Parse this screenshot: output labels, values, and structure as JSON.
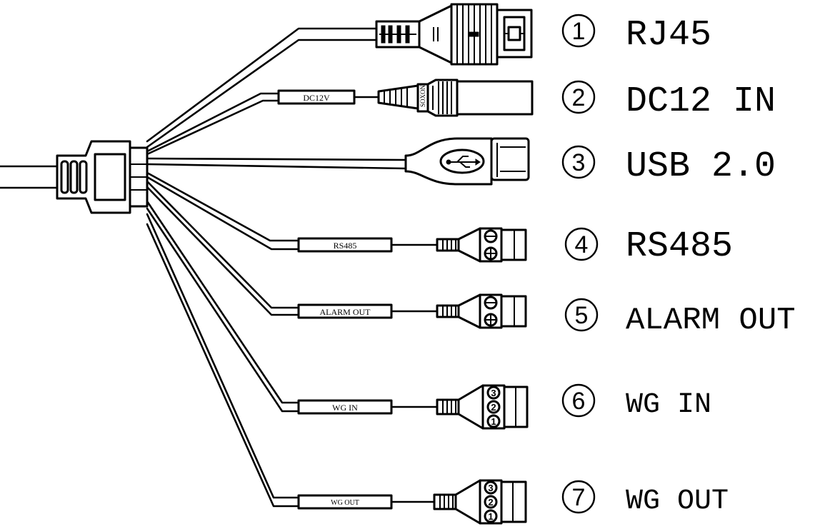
{
  "connectors": [
    {
      "number": "1",
      "label": "RJ45",
      "tag": ""
    },
    {
      "number": "2",
      "label": "DC12 IN",
      "tag": "DC12V"
    },
    {
      "number": "3",
      "label": "USB 2.0",
      "tag": ""
    },
    {
      "number": "4",
      "label": "RS485",
      "tag": "RS485"
    },
    {
      "number": "5",
      "label": "ALARM OUT",
      "tag": "ALARM OUT"
    },
    {
      "number": "6",
      "label": "WG IN",
      "tag": "WG IN"
    },
    {
      "number": "7",
      "label": "WG OUT",
      "tag": "WG OUT"
    }
  ],
  "dc_plug_marking": "SOXON",
  "terminal_pins": [
    "1",
    "2",
    "3"
  ],
  "colors": {
    "line": "#000000",
    "background": "#ffffff"
  }
}
